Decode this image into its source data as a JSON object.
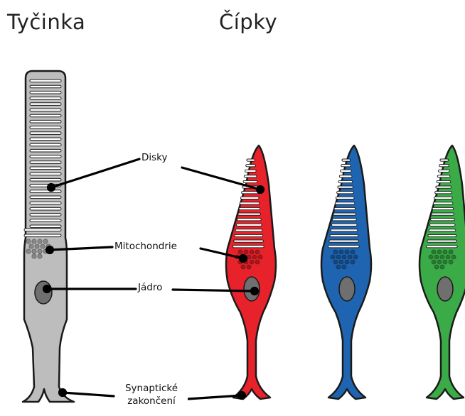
{
  "titles": {
    "rod": "Tyčinka",
    "cones": "Čípky"
  },
  "labels": {
    "disks": "Disky",
    "mitochondria": "Mitochondrie",
    "nucleus": "Jádro",
    "synaptic_line1": "Synaptické",
    "synaptic_line2": "zakončení"
  },
  "colors": {
    "rod": "#bdbdbd",
    "cone_red": "#e8222a",
    "cone_blue": "#1f64b0",
    "cone_green": "#3aab47",
    "outline": "#1a1a1a",
    "nucleus": "#6f6f6f",
    "mitochondria": "#888888"
  },
  "cells": [
    {
      "type": "rod",
      "label": "rod-cell"
    },
    {
      "type": "cone",
      "color": "red"
    },
    {
      "type": "cone",
      "color": "blue"
    },
    {
      "type": "cone",
      "color": "green"
    }
  ]
}
